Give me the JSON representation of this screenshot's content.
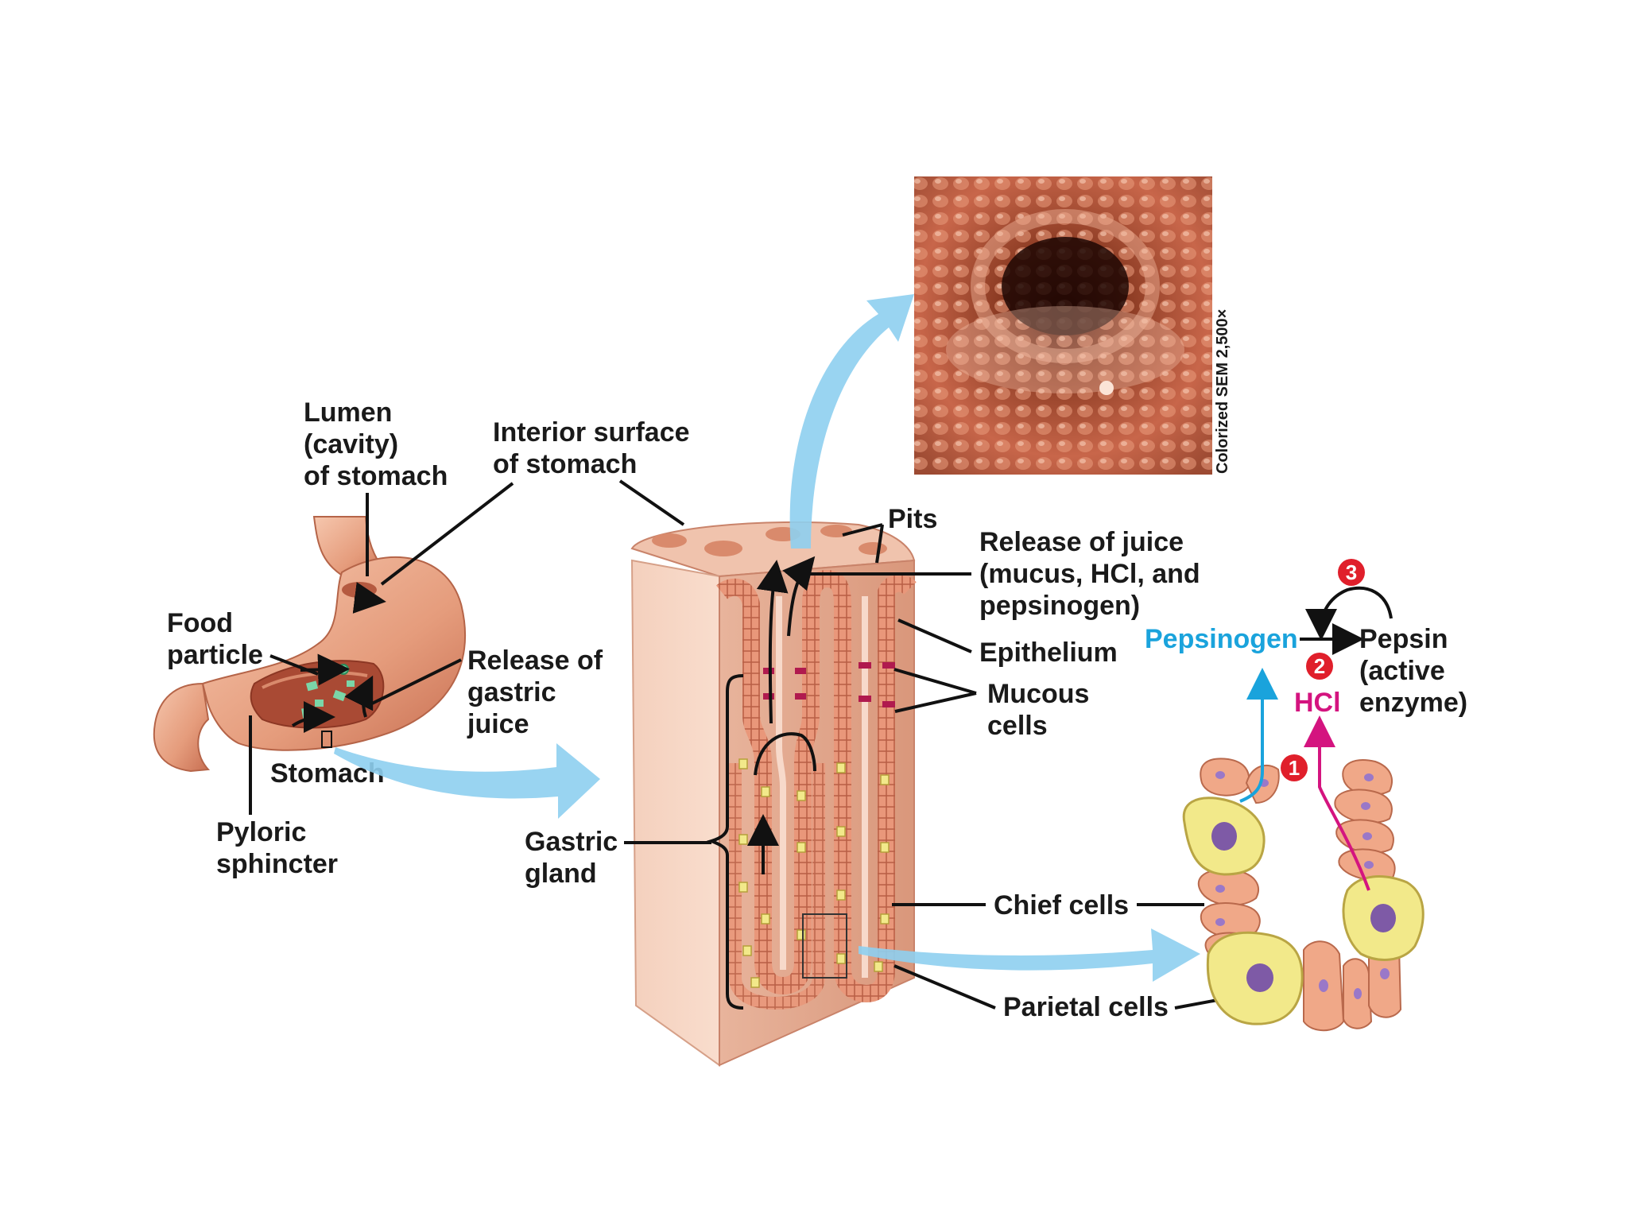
{
  "labels": {
    "lumen": [
      "Lumen",
      "(cavity)",
      "of stomach"
    ],
    "interior": [
      "Interior surface",
      "of stomach"
    ],
    "food": [
      "Food",
      "particle"
    ],
    "release_gastric": [
      "Release of",
      "gastric",
      "juice"
    ],
    "stomach": "Stomach",
    "pyloric": [
      "Pyloric",
      "sphincter"
    ],
    "pits": "Pits",
    "release_juice": [
      "Release of juice",
      "(mucus, HCl, and",
      "pepsinogen)"
    ],
    "epithelium": "Epithelium",
    "mucous": [
      "Mucous",
      "cells"
    ],
    "gastric_gland": [
      "Gastric",
      "gland"
    ],
    "chief": "Chief cells",
    "parietal": "Parietal cells",
    "pepsinogen": "Pepsinogen",
    "pepsin": [
      "Pepsin",
      "(active",
      "enzyme)"
    ],
    "hcl": "HCl",
    "sem_caption": "Colorized SEM 2,500×"
  },
  "steps": [
    "1",
    "2",
    "3"
  ],
  "colors": {
    "tissue": "#e8a888",
    "tissue_dark": "#c9735a",
    "flow_arrow": "#8ecff0",
    "pepsinogen": "#1aa3dc",
    "hcl": "#d4147f",
    "step_badge": "#e01f2b",
    "chief_cell": "#f2e98a"
  }
}
